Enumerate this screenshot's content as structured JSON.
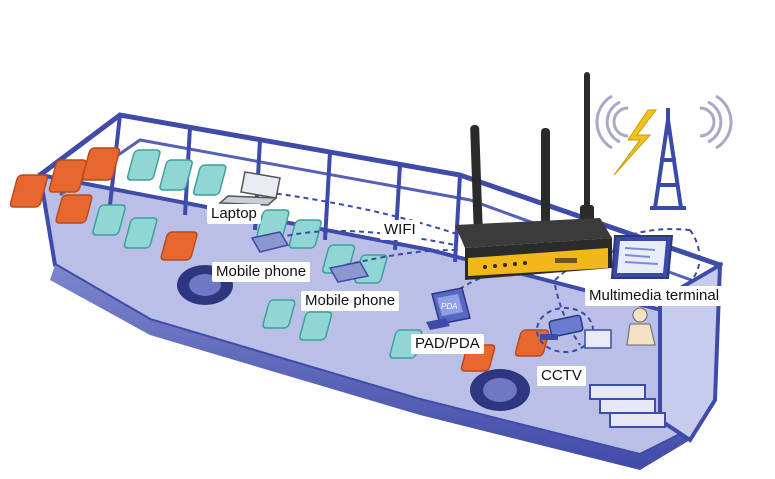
{
  "labels": {
    "laptop": "Laptop",
    "wifi": "WIFI",
    "mobile_phone_1": "Mobile phone",
    "mobile_phone_2": "Mobile phone",
    "pad_pda": "PAD/PDA",
    "multimedia_terminal": "Multimedia terminal",
    "cctv": "CCTV",
    "pda_device_text": "PDA"
  },
  "icons": [
    "router-icon",
    "antenna-icon",
    "cell-tower-icon",
    "lightning-icon",
    "laptop-icon",
    "mobile-phone-icon",
    "pda-icon",
    "monitor-icon",
    "cctv-camera-icon",
    "driver-icon",
    "seat-icon"
  ],
  "colors": {
    "bus_frame": "#3f4ba8",
    "bus_fill": "#b9bfe6",
    "seat_orange": "#e8672e",
    "seat_teal": "#8fd6d4",
    "router_body": "#2b2b2b",
    "router_face": "#f2b71a",
    "tower": "#3a4aa6",
    "lightning": "#f2c318",
    "signal": "#a7a9c7",
    "dashed_link": "#3a4aa6"
  }
}
